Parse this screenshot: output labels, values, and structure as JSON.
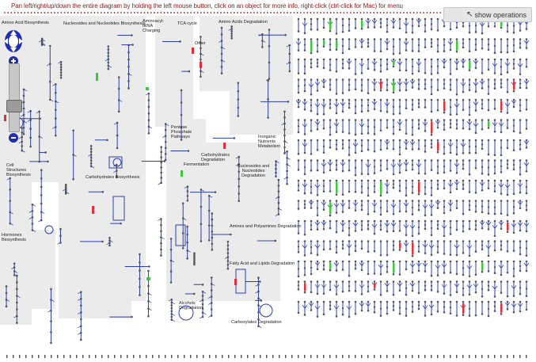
{
  "hint": "Pan left/right/up/down the entire diagram by holding the left mouse button, click on an object for more info, right-click (ctrl-click for Mac) for menu",
  "show_operations": {
    "label": "show operations",
    "icon": "arrow-up-left-icon"
  },
  "navigator": {
    "pan_icon": "pan-arrows-icon",
    "zoom_in_icon": "plus-icon",
    "zoom_out_icon": "minus-icon",
    "zoom_level": 0.4
  },
  "categories": [
    {
      "name": "Amino Acid Biosynthesis"
    },
    {
      "name": "Nucleosides and Nucleotides Biosynthesis"
    },
    {
      "name": "Aminoacyl-tRNA Charging"
    },
    {
      "name": "TCA cycle"
    },
    {
      "name": "Amino Acids Degradation"
    },
    {
      "name": "Other"
    },
    {
      "name": "Cell Structures Biosynthesis"
    },
    {
      "name": "Carbohydrates Biosynthesis"
    },
    {
      "name": "Pentose Phosphate Pathways"
    },
    {
      "name": "Inorganic Nutrients Metabolism"
    },
    {
      "name": "Carbohydrates Degradation"
    },
    {
      "name": "Fermentation"
    },
    {
      "name": "Nucleosides and Nucleotides Degradation"
    },
    {
      "name": "Hormones Biosynthesis"
    },
    {
      "name": "Amines and Polyamines Degradation"
    },
    {
      "name": "Fatty Acid and Lipids Degradation"
    },
    {
      "name": "Alcohols Degradation"
    },
    {
      "name": "Carboxylates Degradation"
    }
  ],
  "colors": {
    "panel": "#ebebeb",
    "pathway_line": "#2a3fb0",
    "node": "#555555",
    "highlight_red": "#e0303a",
    "highlight_green": "#3ec83e",
    "hint_text": "#8b1a1a"
  }
}
